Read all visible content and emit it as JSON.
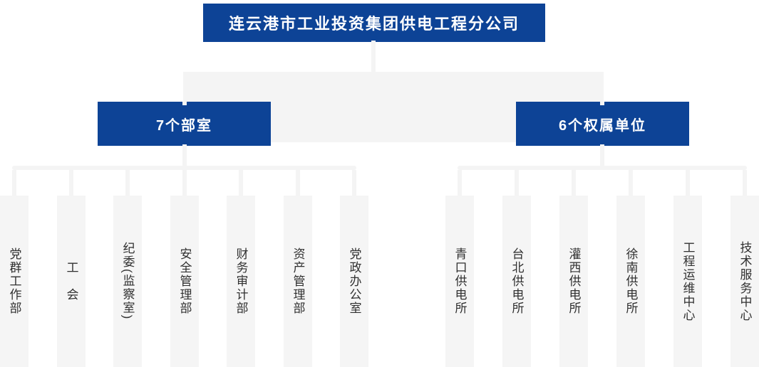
{
  "chart": {
    "type": "org-chart",
    "root_label": "连云港市工业投资集团供电工程分公司",
    "groups": [
      {
        "label": "7个部室",
        "children": [
          "党群工作部",
          "工　会",
          "纪委(监察室)",
          "安全管理部",
          "财务审计部",
          "资产管理部",
          "党政办公室"
        ]
      },
      {
        "label": "6个权属单位",
        "children": [
          "青口供电所",
          "台北供电所",
          "灌西供电所",
          "徐南供电所",
          "工程运维中心",
          "技术服务中心"
        ]
      }
    ]
  },
  "colors": {
    "blue": "#0d4396",
    "connector": "#f4f4f4",
    "column": "#f5f5f5",
    "ink": "#303030"
  }
}
